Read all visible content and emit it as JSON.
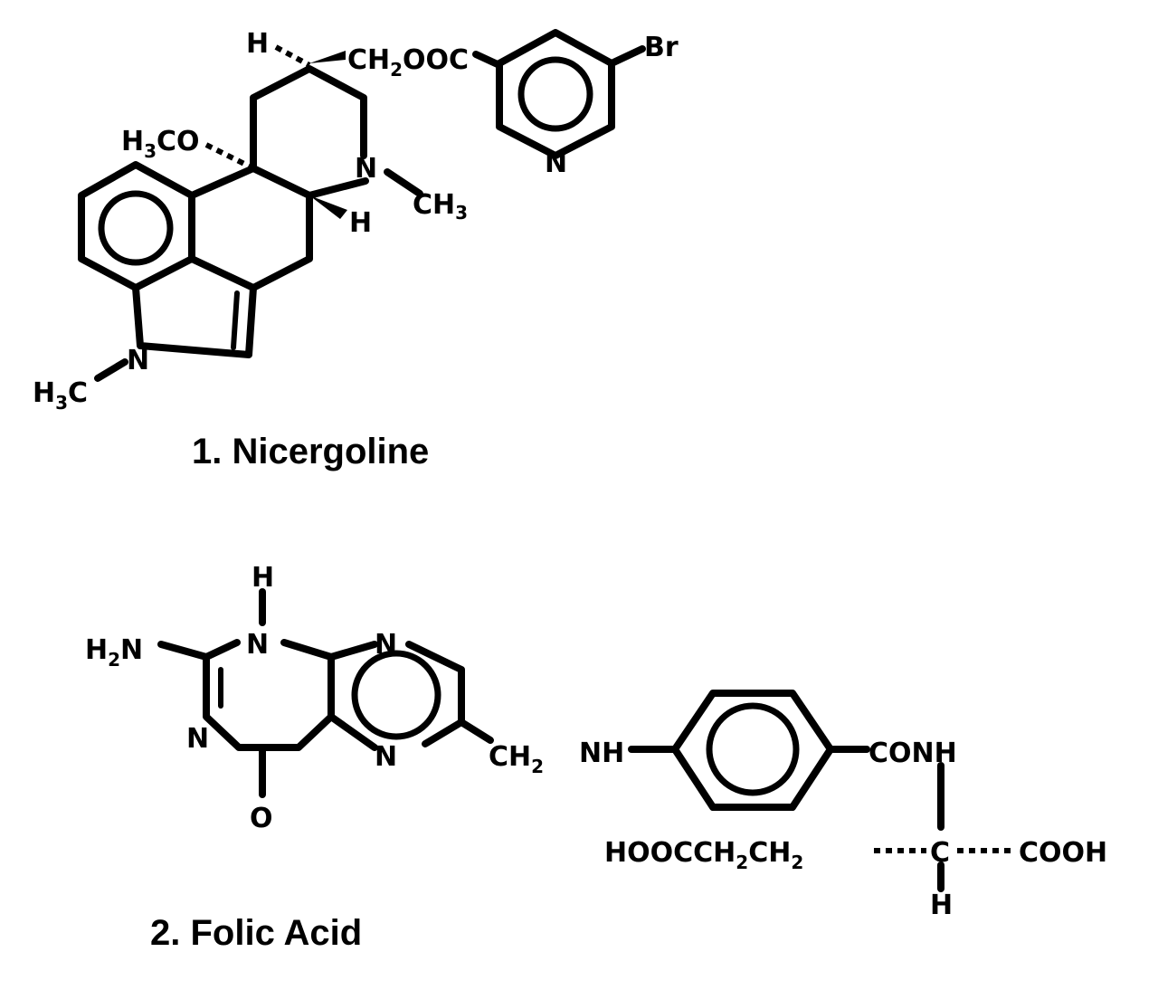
{
  "structures": [
    {
      "caption": "1. Nicergoline",
      "labels": {
        "h_top": "H",
        "ester": "CH",
        "ester_sub": "2",
        "ester_tail": "OOC",
        "br": "Br",
        "n_pyridine": "N",
        "methoxy": "H",
        "methoxy_sub": "3",
        "methoxy_tail": "CO",
        "n_ring": "N",
        "n_methyl": "CH",
        "n_methyl_sub": "3",
        "h_stereo": "H",
        "n_indole": "N",
        "indole_methyl": "H",
        "indole_methyl_sub": "3",
        "indole_methyl_tail": "C"
      }
    },
    {
      "caption": "2. Folic Acid",
      "labels": {
        "h_n1": "H",
        "amine": "H",
        "amine_sub": "2",
        "amine_tail": "N",
        "n1": "N",
        "n3": "N",
        "n_pteridine_top": "N",
        "n_pteridine_bottom": "N",
        "oxo": "O",
        "methylene": "CH",
        "methylene_sub": "2",
        "nh": "NH",
        "amide": "CONH",
        "glutamate_left": "HOOCCH",
        "glutamate_left_sub": "2",
        "glutamate_mid": "CH",
        "glutamate_mid_sub": "2",
        "alpha_c": "C",
        "alpha_h": "H",
        "carboxyl": "COOH"
      }
    }
  ]
}
